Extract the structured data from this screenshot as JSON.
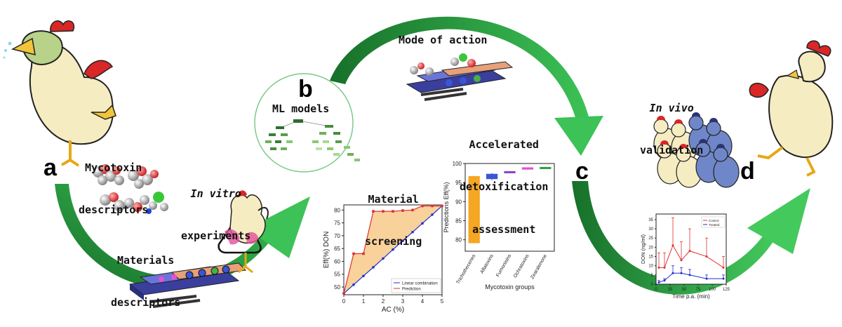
{
  "panels": {
    "a": "a",
    "b": "b",
    "c": "c",
    "d": "d"
  },
  "labels": {
    "mycotoxin_descriptors_1": "Mycotoxin",
    "mycotoxin_descriptors_2": "descriptors",
    "in_vitro_1": "In vitro",
    "in_vitro_2": "experiments",
    "materials_descriptors_1": "Materials",
    "materials_descriptors_2": "descriptors",
    "ml_models": "ML models",
    "mode_of_action": "Mode of action",
    "material_screening_1": "Material",
    "material_screening_2": "screening",
    "accelerated_1": "Accelerated",
    "accelerated_2": "detoxification",
    "accelerated_3": "assessment",
    "in_vivo_1": "In vivo",
    "in_vivo_2": "validation"
  },
  "colors": {
    "arrow_dark": "#1a7a2e",
    "arrow_light": "#2fb24a",
    "circle_border": "#7cc98a",
    "chicken_body": "#f6ecc2",
    "chicken_comb": "#d92626",
    "chicken_beak": "#f2c43a",
    "chicken_blue": "#6f86c8",
    "fill_orange": "#f5c27a",
    "red": "#e03030",
    "blue": "#2030d0"
  },
  "chart_data": [
    {
      "id": "screening",
      "type": "line",
      "xlabel": "AC (%)",
      "ylabel": "Eff(%) DON",
      "xlim": [
        0,
        5
      ],
      "ylim": [
        47,
        82
      ],
      "xticks": [
        0,
        1,
        2,
        3,
        4,
        5
      ],
      "yticks": [
        50,
        55,
        60,
        65,
        70,
        75,
        80
      ],
      "legend": "bottom-right",
      "series": [
        {
          "name": "Linear combination",
          "color": "#2030d0",
          "marker": "circle",
          "x": [
            0,
            0.5,
            1,
            1.5,
            2,
            2.5,
            3,
            3.5,
            4,
            4.5,
            5
          ],
          "y": [
            47.5,
            50.9,
            54.3,
            57.7,
            61.1,
            64.6,
            68.0,
            71.4,
            74.8,
            78.2,
            81.6
          ]
        },
        {
          "name": "Prediction",
          "color": "#e03030",
          "marker": "square",
          "x": [
            0,
            0.5,
            1,
            1.5,
            2,
            2.5,
            3,
            3.5,
            4,
            4.5,
            5
          ],
          "y": [
            47.5,
            63.0,
            63.0,
            79.5,
            79.5,
            79.5,
            79.8,
            80.0,
            81.6,
            81.6,
            81.6
          ]
        }
      ]
    },
    {
      "id": "groups",
      "type": "box",
      "xlabel": "Mycotoxin groups",
      "ylabel": "Predictions Eff(%)",
      "ylim": [
        77,
        100
      ],
      "yticks": [
        80,
        85,
        90,
        95,
        100
      ],
      "categories": [
        "Trichothecenes",
        "Aflatoxins",
        "Fumonisins",
        "Ochratoxins",
        "Zearalenone"
      ],
      "boxes": [
        {
          "low": 79.2,
          "q1": 79.2,
          "q3": 96.6,
          "high": 96.8,
          "color": "#f5a623"
        },
        {
          "low": 95.6,
          "q1": 96.0,
          "q3": 97.2,
          "high": 97.5,
          "color": "#3a55d8"
        },
        {
          "low": 97.8,
          "q1": 97.8,
          "q3": 97.9,
          "high": 98.0,
          "color": "#8a3fc2"
        },
        {
          "low": 98.4,
          "q1": 98.5,
          "q3": 98.9,
          "high": 99.0,
          "color": "#e54fd6"
        },
        {
          "low": 98.6,
          "q1": 98.7,
          "q3": 99.0,
          "high": 99.1,
          "color": "#2f9e44"
        }
      ]
    },
    {
      "id": "invivo",
      "type": "line",
      "xlabel": "Time p.a. (min)",
      "ylabel": "DON (ng/ml)",
      "xlim": [
        0,
        125
      ],
      "ylim": [
        0,
        38
      ],
      "xticks": [
        0,
        25,
        50,
        75,
        100,
        125
      ],
      "yticks": [
        0,
        5,
        10,
        15,
        20,
        25,
        30,
        35
      ],
      "legend": "top-right",
      "series": [
        {
          "name": "Control",
          "color": "#e03030",
          "x": [
            5,
            15,
            30,
            45,
            60,
            90,
            120
          ],
          "y": [
            9,
            9,
            21,
            13,
            18,
            15,
            9
          ],
          "err": [
            8,
            8,
            15,
            10,
            12,
            10,
            6
          ]
        },
        {
          "name": "Treated",
          "color": "#2030d0",
          "x": [
            5,
            15,
            30,
            45,
            60,
            90,
            120
          ],
          "y": [
            1,
            2,
            6,
            6,
            5,
            3,
            3
          ],
          "err": [
            1,
            1,
            4,
            3,
            3,
            2,
            2
          ]
        }
      ]
    }
  ]
}
